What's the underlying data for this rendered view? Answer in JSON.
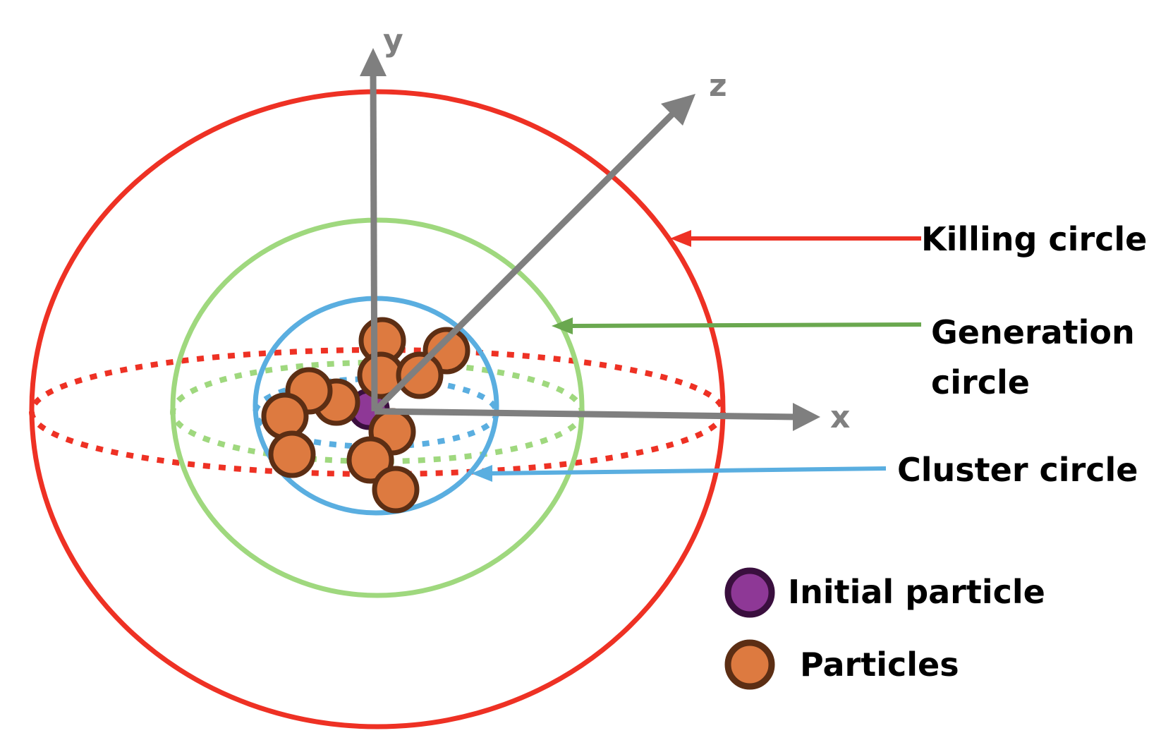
{
  "axes": {
    "x": "x",
    "y": "y",
    "z": "z"
  },
  "labels": {
    "killing": "Killing circle",
    "generation_line1": "Generation",
    "generation_line2": "circle",
    "cluster": "Cluster circle"
  },
  "legend": {
    "initial": "Initial particle",
    "particles": "Particles"
  },
  "colors": {
    "killing": "#ee3124",
    "generation": "#9fd87e",
    "generation_arrow": "#6aa84f",
    "cluster": "#5aaee0",
    "axis": "#7f7f7f",
    "particle_fill": "#dd7a40",
    "particle_stroke": "#5c2e14",
    "initial_fill": "#8e3896",
    "initial_stroke": "#3a0f3e"
  }
}
